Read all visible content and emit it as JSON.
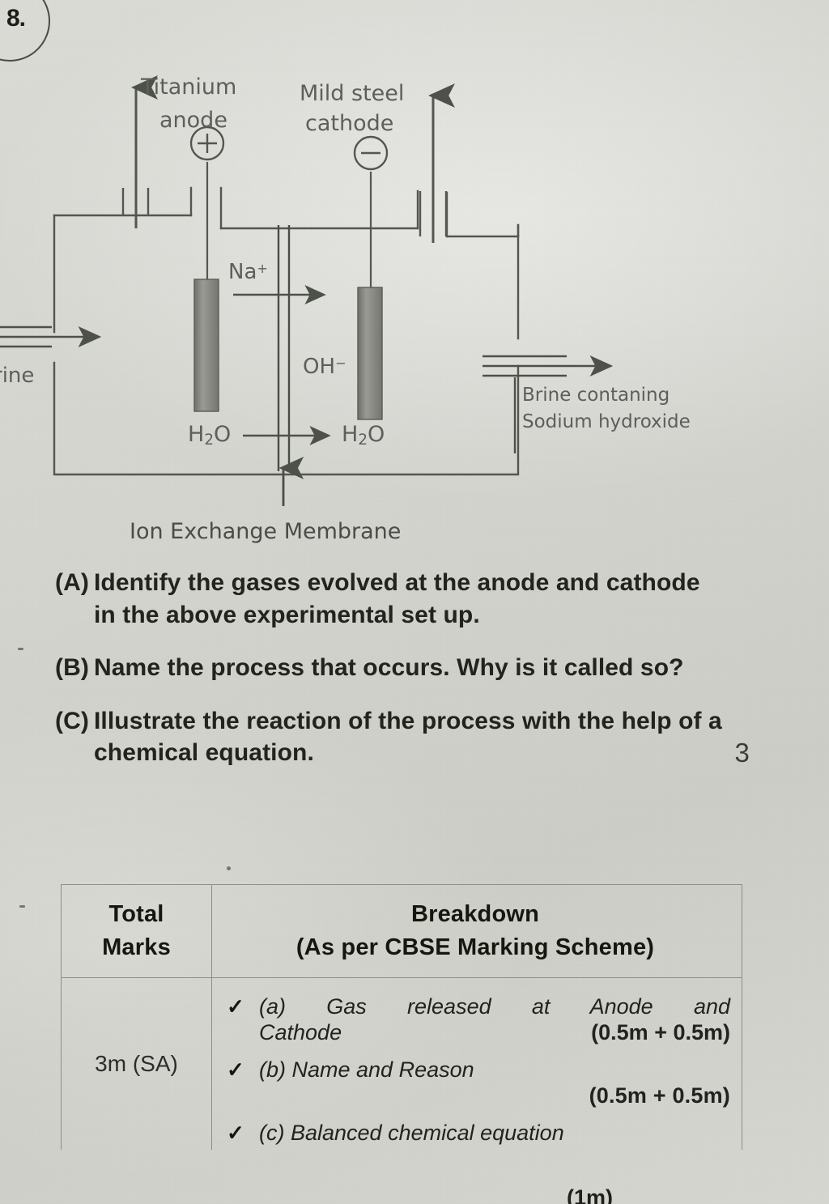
{
  "question": {
    "number": "8.",
    "parts": [
      {
        "marker": "(A)",
        "text": "Identify the gases evolved at the anode and cathode in the above experimental set up.",
        "marks": ""
      },
      {
        "marker": "(B)",
        "text": "Name the process that occurs. Why is it called so?",
        "marks": ""
      },
      {
        "marker": "(C)",
        "text": "Illustrate the reaction of the process with the help of a chemical equation.",
        "marks": "3"
      }
    ]
  },
  "diagram": {
    "title_anode_line1": "Titanium",
    "title_anode_line2": "anode",
    "title_cathode_line1": "Mild steel",
    "title_cathode_line2": "cathode",
    "anode_polarity": "+",
    "cathode_polarity": "−",
    "ion_sodium": "Na",
    "ion_sodium_charge": "+",
    "ion_hydroxide": "OH",
    "ion_hydroxide_charge": "−",
    "water_left": "H",
    "water_left_sub": "2",
    "water_left_tail": "O",
    "water_right": "H",
    "water_right_sub": "2",
    "water_right_tail": "O",
    "inlet_label": "rine",
    "outlet_label_line1": "Brine contaning",
    "outlet_label_line2": "Sodium hydroxide",
    "membrane_label": "Ion Exchange Membrane"
  },
  "marking_table": {
    "header": {
      "col1_line1": "Total",
      "col1_line2": "Marks",
      "col2_line1": "Breakdown",
      "col2_line2": "(As per CBSE Marking Scheme)"
    },
    "total_marks": "3m (SA)",
    "tick_glyph": "✓",
    "rows": [
      {
        "label": "(a) Gas released at Anode and",
        "label2": "Cathode",
        "marks": "(0.5m + 0.5m)"
      },
      {
        "label": "(b) Name and Reason",
        "label2": "",
        "marks": "(0.5m + 0.5m)"
      },
      {
        "label": "(c) Balanced chemical equation",
        "label2": "",
        "marks": "(1m)"
      }
    ]
  },
  "colors": {
    "paper": "#d7d8d2",
    "ink": "#2b2b2b",
    "diagram_line": "#55574f",
    "electrode_fill": "#8c8d86",
    "table_border": "#8e8f8a"
  }
}
